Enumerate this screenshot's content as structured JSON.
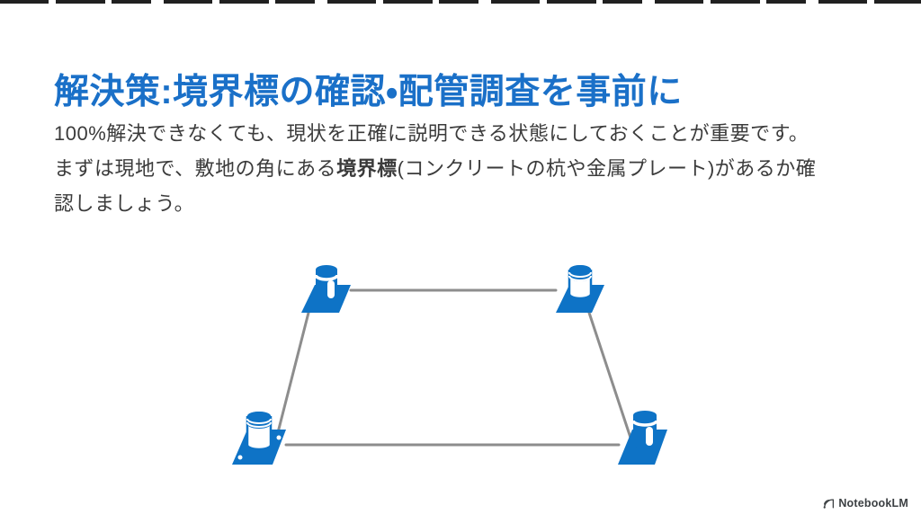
{
  "slide": {
    "title": "解決策:境界標の確認・配管調査を事前に",
    "body": {
      "line1": "100%解決できなくても、現状を正確に説明できる状態にしておくことが重要です。",
      "line2_pre": "まずは現地で、敷地の角にある",
      "line2_bold": "境界標",
      "line2_post": "(コンクリートの杭や金属プレート)があるか確",
      "line3": "認しましょう。"
    },
    "diagram": {
      "description": "敷地の四隅にある境界標(コンクリート杭)を灰色の境界線で結んだ台形の図",
      "marker_icons": [
        "boundary-marker-top-left",
        "boundary-marker-top-right",
        "boundary-marker-bottom-left",
        "boundary-marker-bottom-right"
      ]
    },
    "footer": {
      "brand": "NotebookLM"
    },
    "colors": {
      "title_blue": "#1a70c8",
      "icon_blue": "#0e73c6",
      "line_gray": "#8d8d8d",
      "body_text": "#3b3b3b",
      "footer_text": "#3c4043"
    }
  }
}
